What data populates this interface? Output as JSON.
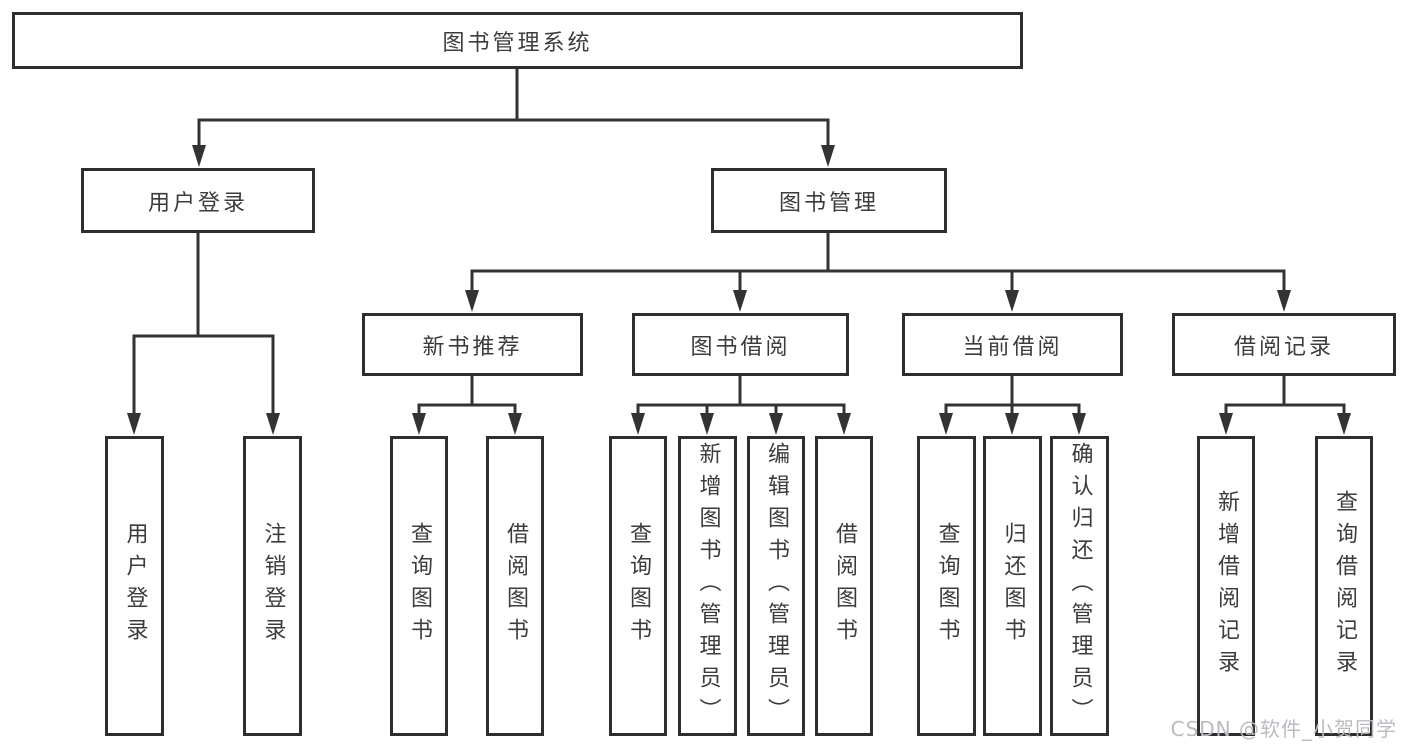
{
  "diagram": {
    "root": {
      "label": "图书管理系统"
    },
    "level2": {
      "user_login": {
        "label": "用户登录"
      },
      "book_management": {
        "label": "图书管理"
      }
    },
    "level3": {
      "new_book_recommend": {
        "label": "新书推荐"
      },
      "book_borrow": {
        "label": "图书借阅"
      },
      "current_borrow": {
        "label": "当前借阅"
      },
      "borrow_record": {
        "label": "借阅记录"
      }
    },
    "leaves": {
      "user_login": {
        "label": "用户登录"
      },
      "logout": {
        "label": "注销登录"
      },
      "rec_query_book": {
        "label": "查询图书"
      },
      "rec_borrow_book": {
        "label": "借阅图书"
      },
      "bb_query_book": {
        "label": "查询图书"
      },
      "bb_add_book": {
        "label": "新增图书（管理员）"
      },
      "bb_edit_book": {
        "label": "编辑图书（管理员）"
      },
      "bb_borrow_book": {
        "label": "借阅图书"
      },
      "cb_query_book": {
        "label": "查询图书"
      },
      "cb_return_book": {
        "label": "归还图书"
      },
      "cb_confirm_return": {
        "label": "确认归还（管理员）"
      },
      "br_add_record": {
        "label": "新增借阅记录"
      },
      "br_query_record": {
        "label": "查询借阅记录"
      }
    }
  },
  "watermark": {
    "text": "CSDN @软件_小贺同学"
  },
  "colors": {
    "line": "#333333",
    "box_border": "#2e2e2e",
    "text": "#3c3c3c",
    "watermark": "#b8bcc0",
    "background": "#ffffff"
  }
}
